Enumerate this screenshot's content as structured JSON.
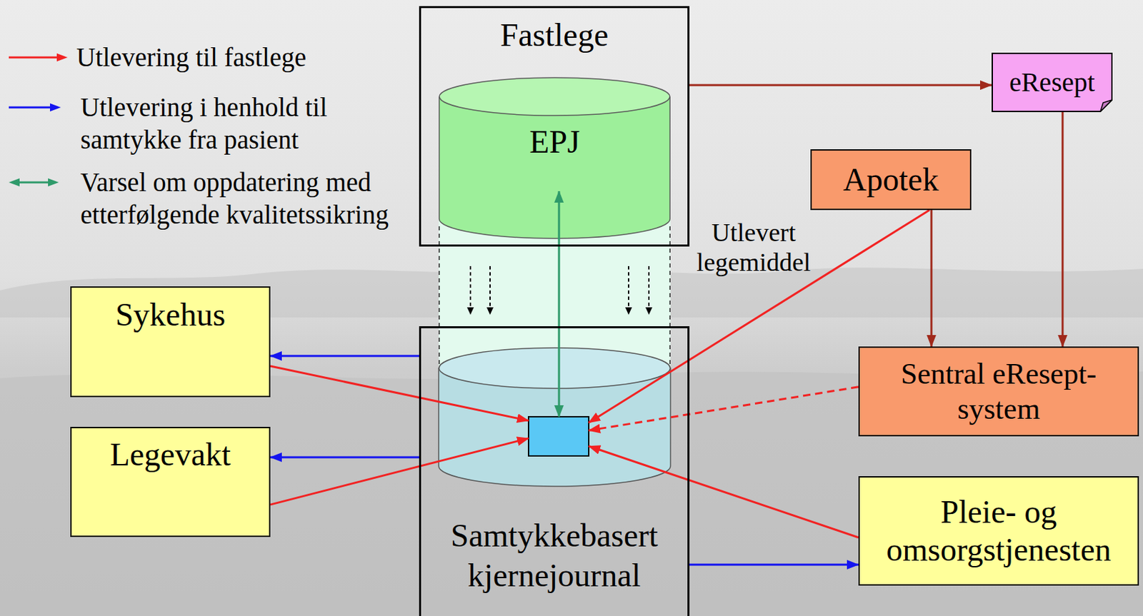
{
  "diagram": {
    "nodes": [
      {
        "text": [
          "Fastlege"
        ]
      },
      {
        "text": [
          "EPJ"
        ],
        "in": 0
      },
      {
        "text": [
          "eResept"
        ]
      },
      {
        "text": [
          "Apotek"
        ]
      },
      {
        "text": [
          "Sykehus"
        ]
      },
      {
        "text": [
          "Samtykkebasert kjernejournal"
        ]
      },
      {
        "text": [
          "Sentral eResept- system"
        ]
      },
      {
        "text": [
          "Legevakt"
        ]
      },
      {
        "text": [
          "Pleie- og omsorgstjenesten"
        ]
      }
    ],
    "edges": [
      {
        "from": 0,
        "to": 2,
        "arrow": "to"
      },
      {
        "from": 2,
        "to": 6,
        "arrow": "to"
      },
      {
        "from": 3,
        "to": 6,
        "arrow": "to"
      },
      {
        "from": 3,
        "to": 5,
        "arrow": "to",
        "label": "Utlevert legemiddel"
      },
      {
        "from": 4,
        "to": 5,
        "arrow": "to"
      },
      {
        "from": 5,
        "to": 4,
        "arrow": "to"
      },
      {
        "from": 6,
        "to": 5,
        "arrow": "to"
      },
      {
        "from": 7,
        "to": 5,
        "arrow": "to"
      },
      {
        "from": 5,
        "to": 7,
        "arrow": "to"
      },
      {
        "from": 8,
        "to": 5,
        "arrow": "to"
      },
      {
        "from": 5,
        "to": 8,
        "arrow": "to"
      },
      {
        "from": 1,
        "to": 5,
        "arrow": "both"
      }
    ],
    "legend": [
      {
        "text": "Utlevering til fastlege"
      },
      {
        "text": "Utlevering i henhold til samtykke fra pasient"
      },
      {
        "text": "Varsel om oppdatering med etterfølgende kvalitetssikring"
      }
    ]
  }
}
